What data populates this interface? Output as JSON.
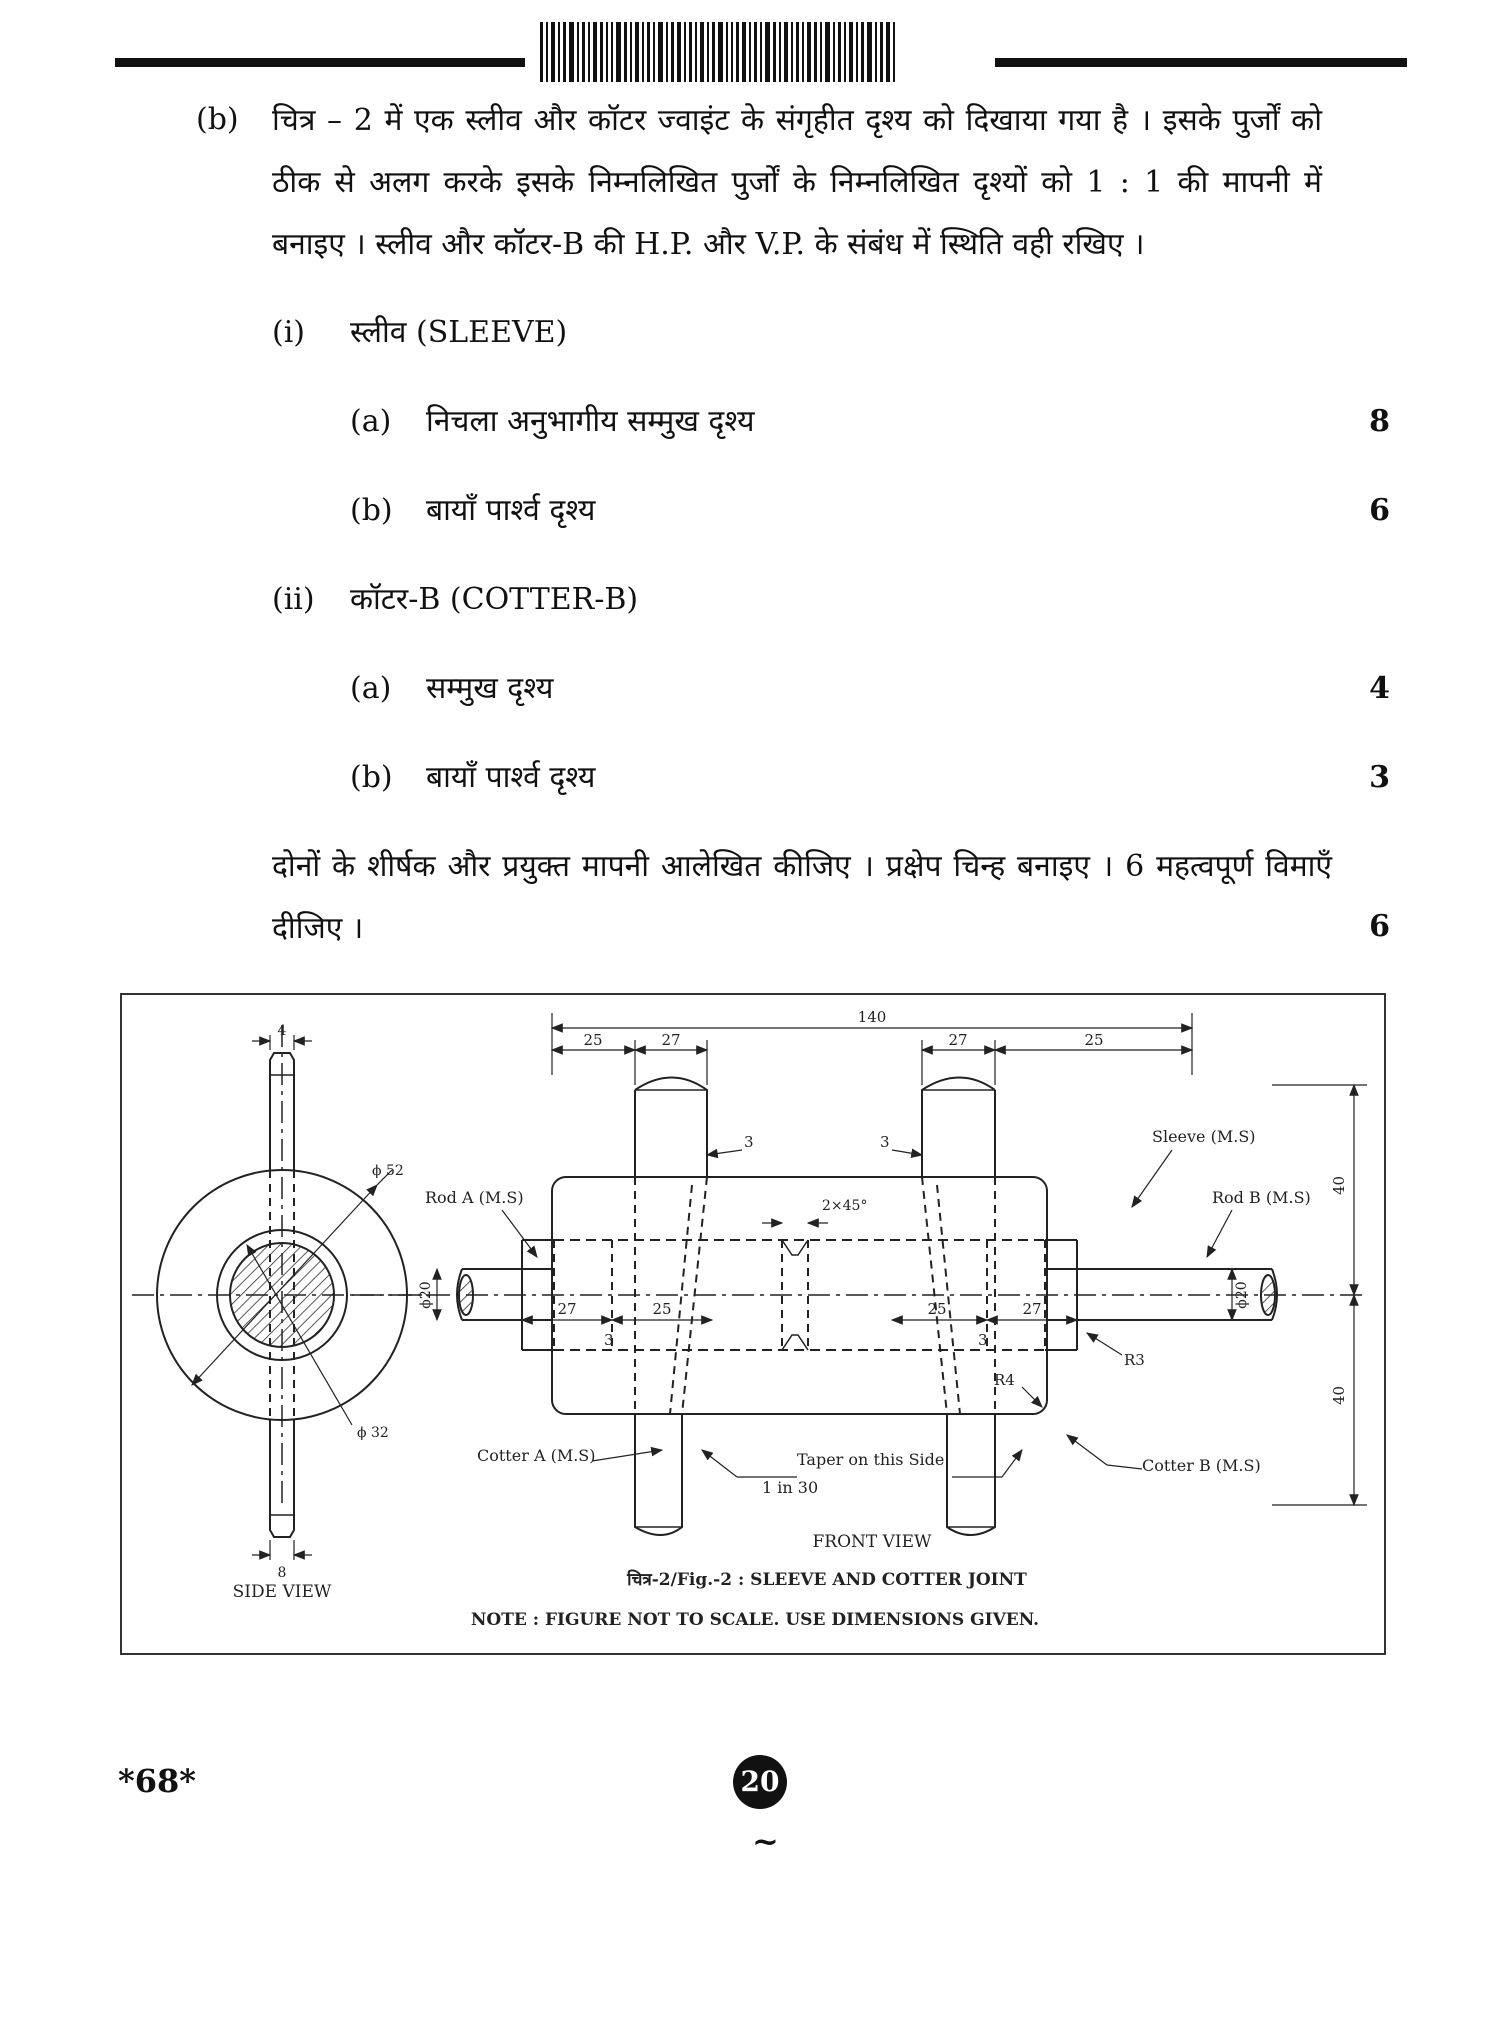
{
  "question": {
    "label": "(b)",
    "text": "चित्र – 2 में एक स्लीव और कॉटर ज्वाइंट के संगृहीत दृश्य को दिखाया गया है । इसके पुर्जों को ठीक से अलग करके इसके निम्नलिखित पुर्जों के निम्नलिखित दृश्यों को 1 : 1 की मापनी में बनाइए । स्लीव और कॉटर-B की H.P. और V.P. के संबंध में स्थिति वही रखिए ।",
    "parts": [
      {
        "num": "(i)",
        "title": "स्लीव (SLEEVE)",
        "items": [
          {
            "num": "(a)",
            "text": "निचला अनुभागीय सम्मुख दृश्य",
            "marks": "8"
          },
          {
            "num": "(b)",
            "text": "बायाँ पार्श्व दृश्य",
            "marks": "6"
          }
        ]
      },
      {
        "num": "(ii)",
        "title": "कॉटर-B (COTTER-B)",
        "items": [
          {
            "num": "(a)",
            "text": "सम्मुख दृश्य",
            "marks": "4"
          },
          {
            "num": "(b)",
            "text": "बायाँ पार्श्व दृश्य",
            "marks": "3"
          }
        ]
      }
    ],
    "closing": "दोनों के शीर्षक और प्रयुक्त मापनी आलेखित कीजिए । प्रक्षेप चिन्ह बनाइए । 6 महत्वपूर्ण विमाएँ दीजिए ।",
    "closing_marks": "6"
  },
  "figure": {
    "labels": {
      "side_view": "SIDE VIEW",
      "front_view": "FRONT VIEW",
      "caption": "चित्र-2/Fig.-2 : SLEEVE AND COTTER JOINT",
      "note": "NOTE : FIGURE NOT TO SCALE. USE DIMENSIONS GIVEN.",
      "rod_a": "Rod A (M.S)",
      "rod_b": "Rod B (M.S)",
      "sleeve": "Sleeve (M.S)",
      "cotter_a": "Cotter A (M.S)",
      "cotter_b": "Cotter B (M.S)",
      "taper": "Taper on this Side",
      "taper_ratio": "1 in 30"
    },
    "dims": {
      "d140": "140",
      "d25l": "25",
      "d27l": "27",
      "d27r": "27",
      "d25r": "25",
      "d3a": "3",
      "d3b": "3",
      "d2x45": "2×45°",
      "d40a": "40",
      "d40b": "40",
      "d20l": "ϕ20",
      "d20r": "ϕ20",
      "d27in_l": "27",
      "d25in_l": "25",
      "d25in_r": "25",
      "d27in_r": "27",
      "d3in_l": "3",
      "d3in_r": "3",
      "r3": "R3",
      "r4": "R4",
      "s4": "4",
      "s8": "8",
      "s52": "ϕ 52",
      "s32": "ϕ 32"
    }
  },
  "footer": {
    "code": "*68*",
    "page": "20",
    "mark": "~"
  }
}
